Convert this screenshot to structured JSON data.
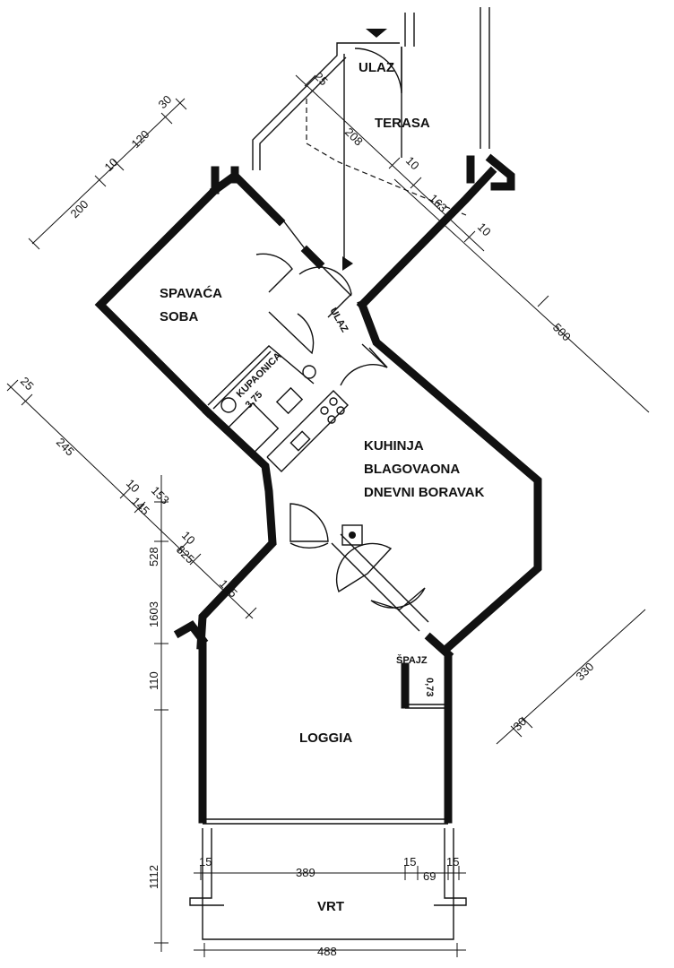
{
  "rooms": {
    "ulaz_top": "ULAZ",
    "terasa": "TERASA",
    "spavaca_1": "SPAVAĆA",
    "spavaca_2": "SOBA",
    "ulaz_inner": "ULAZ",
    "kupaonica": "KUPAONICA",
    "kupaonica_area": "3,75",
    "kuhinja": "KUHINJA",
    "blagovaona": "BLAGOVAONA",
    "dnevni": "DNEVNI BORAVAK",
    "spajz": "ŠPAJZ",
    "spajz_area": "0,73",
    "loggia": "LOGGIA",
    "vrt": "VRT"
  },
  "dimensions": {
    "top_left": [
      "200",
      "10",
      "120",
      "30"
    ],
    "terrace": [
      "25",
      "208",
      "10",
      "163",
      "10"
    ],
    "right": [
      "500",
      "330",
      "30"
    ],
    "left_mid": [
      "25",
      "245",
      "10",
      "145",
      "153",
      "10",
      "825",
      "145"
    ],
    "left_vertical": [
      "528",
      "1603",
      "110",
      "1112"
    ],
    "bottom": [
      "15",
      "389",
      "15",
      "69",
      "15",
      "488"
    ]
  },
  "colors": {
    "ink": "#111111",
    "background": "#ffffff"
  }
}
